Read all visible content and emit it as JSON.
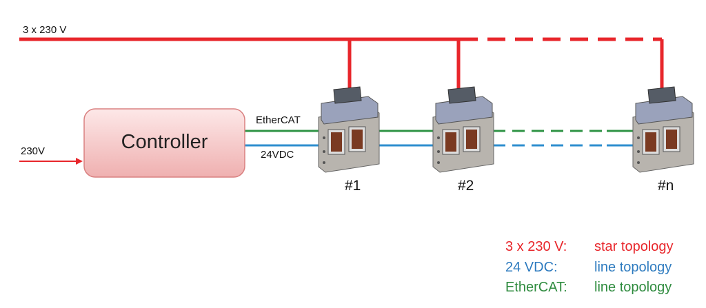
{
  "labels": {
    "supply_3ph": "3 x 230 V",
    "supply_1ph": "230V",
    "controller": "Controller",
    "ethercat": "EtherCAT",
    "vdc": "24VDC"
  },
  "devices": [
    "#1",
    "#2",
    "#n"
  ],
  "legend": [
    {
      "key": "3 x 230 V:",
      "value": "star topology",
      "color": "#e8262b"
    },
    {
      "key": "24 VDC:",
      "value": "line topology",
      "color": "#2e7bbf"
    },
    {
      "key": "EtherCAT:",
      "value": "line topology",
      "color": "#2e8b3e"
    }
  ],
  "colors": {
    "power": "#e8262b",
    "dc": "#2e8ecf",
    "ethercat": "#2e9344",
    "controller_fill": "#f4c6c6"
  }
}
